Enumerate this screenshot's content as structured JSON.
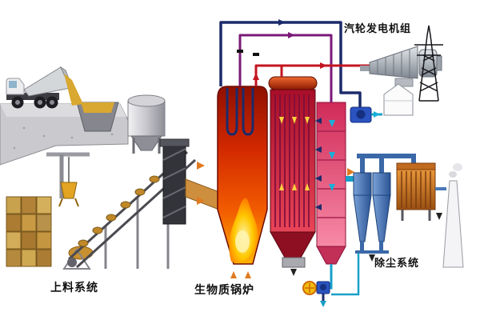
{
  "diagram": {
    "title_labels": {
      "turbine_generator": "汽轮发电机组",
      "feeding_system": "上料系统",
      "biomass_boiler": "生物质锅炉",
      "dust_removal": "除尘系统"
    },
    "component_icons": [
      "dump-truck-icon",
      "receiving-hopper-icon",
      "storage-silo-icon",
      "straw-bales-icon",
      "grab-crane-icon",
      "inclined-conveyor-icon",
      "bucket-elevator-icon",
      "feed-chute-icon",
      "furnace-icon",
      "flame-icon",
      "steam-drum-icon",
      "superheater-coils-icon",
      "rear-pass-icon",
      "economizer-icon",
      "ash-box-icon",
      "steam-turbine-icon",
      "generator-icon",
      "transmission-tower-icon",
      "condenser-icon",
      "induced-draft-fan-icon",
      "cyclone-separator-icon",
      "bag-filter-icon",
      "chimney-icon",
      "air-fan-icon",
      "flow-arrow-icon"
    ],
    "colors": {
      "background": "#ffffff",
      "steam_pipe_dark_blue": "#1c2b6b",
      "steam_pipe_red": "#c41420",
      "steam_pipe_purple": "#7a1a78",
      "flue_gas_cyan": "#18a0c8",
      "flow_arrow_orange": "#e07a20",
      "flow_arrow_yellow": "#ffd23e",
      "furnace_hot_red": "#d22800",
      "flame_yellow": "#ffc800",
      "economizer_pink": "#e83868",
      "bag_filter_orange": "#c06a1e",
      "cyclone_blue": "#4a78b8",
      "straw_tan": "#c9a24e"
    }
  }
}
